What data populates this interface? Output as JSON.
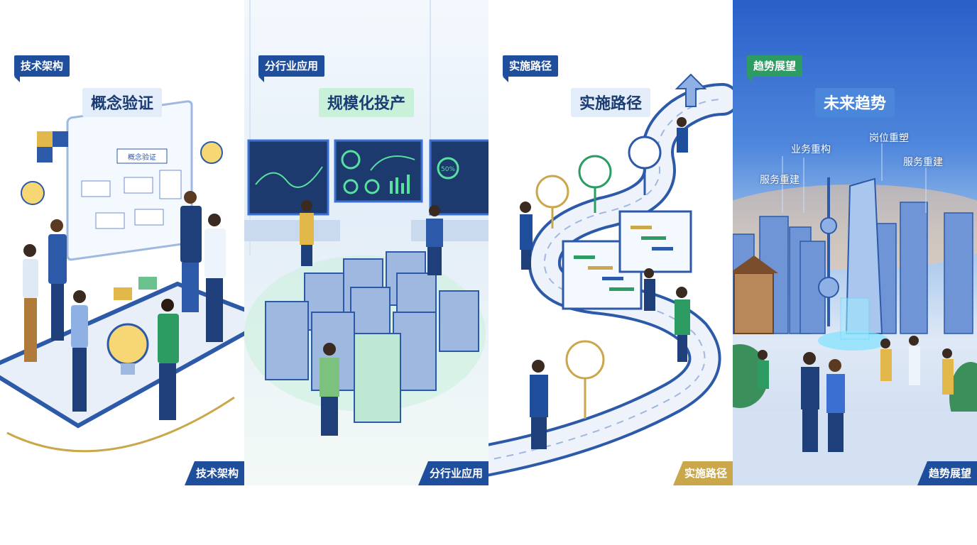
{
  "panels": [
    {
      "tag": "技术架构",
      "title": "概念验证",
      "corner": "技术架构",
      "board": "概念验证"
    },
    {
      "tag": "分行业应用",
      "title": "规模化投产",
      "corner": "分行业应用",
      "gauge": "50%"
    },
    {
      "tag": "实施路径",
      "title": "实施路径",
      "corner": "实施路径"
    },
    {
      "tag": "趋势展望",
      "title": "未来趋势",
      "corner": "趋势展望",
      "labels": [
        "业务重构",
        "岗位重塑",
        "服务重建",
        "服务重建"
      ]
    }
  ],
  "colors": {
    "navy": "#1f4e9c",
    "green": "#2c9c63",
    "gold": "#c9a74a",
    "sky": "#3b6fd1"
  }
}
